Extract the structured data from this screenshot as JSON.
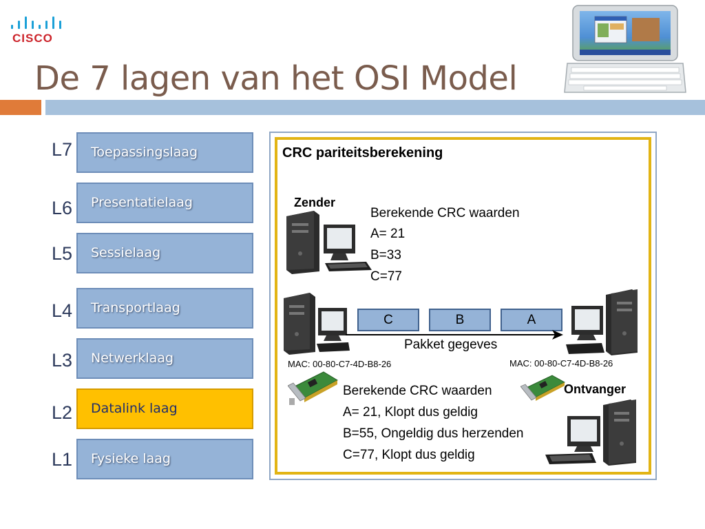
{
  "logo": {
    "text": "CISCO",
    "icon": "cisco-logo"
  },
  "title": "De 7 lagen van het OSI Model",
  "laptop_icon": "mini-laptop-photo",
  "layers": [
    {
      "tag": "L7",
      "label": "Toepassingslaag",
      "highlighted": false
    },
    {
      "tag": "L6",
      "label": "Presentatielaag",
      "highlighted": false
    },
    {
      "tag": "L5",
      "label": "Sessielaag",
      "highlighted": false
    },
    {
      "tag": "L4",
      "label": "Transportlaag",
      "highlighted": false
    },
    {
      "tag": "L3",
      "label": "Netwerklaag",
      "highlighted": false
    },
    {
      "tag": "L2",
      "label": "Datalink laag",
      "highlighted": true
    },
    {
      "tag": "L1",
      "label": "Fysieke laag",
      "highlighted": false
    }
  ],
  "panel": {
    "title": "CRC pariteitsberekening",
    "sender": {
      "label": "Zender",
      "crc_heading": "Berekende CRC waarden",
      "crc_values": [
        "A= 21",
        "B=33",
        "C=77"
      ]
    },
    "packets": [
      "C",
      "B",
      "A"
    ],
    "packet_caption": "Pakket gegeves",
    "mac_left": "MAC: 00-80-C7-4D-B8-26",
    "mac_right": "MAC: 00-80-C7-4D-B8-26",
    "receiver": {
      "label": "Ontvanger",
      "crc_heading": "Berekende CRC waarden",
      "crc_values": [
        "A= 21, Klopt dus geldig",
        "B=55, Ongeldig dus herzenden",
        "C=77, Klopt dus geldig"
      ]
    }
  },
  "colors": {
    "title": "#7a5c4d",
    "accent": "#e07b39",
    "rule": "#a6c1dc",
    "layer_fill": "#95b3d7",
    "layer_highlight": "#ffc000",
    "panel_border": "#e2b414"
  }
}
